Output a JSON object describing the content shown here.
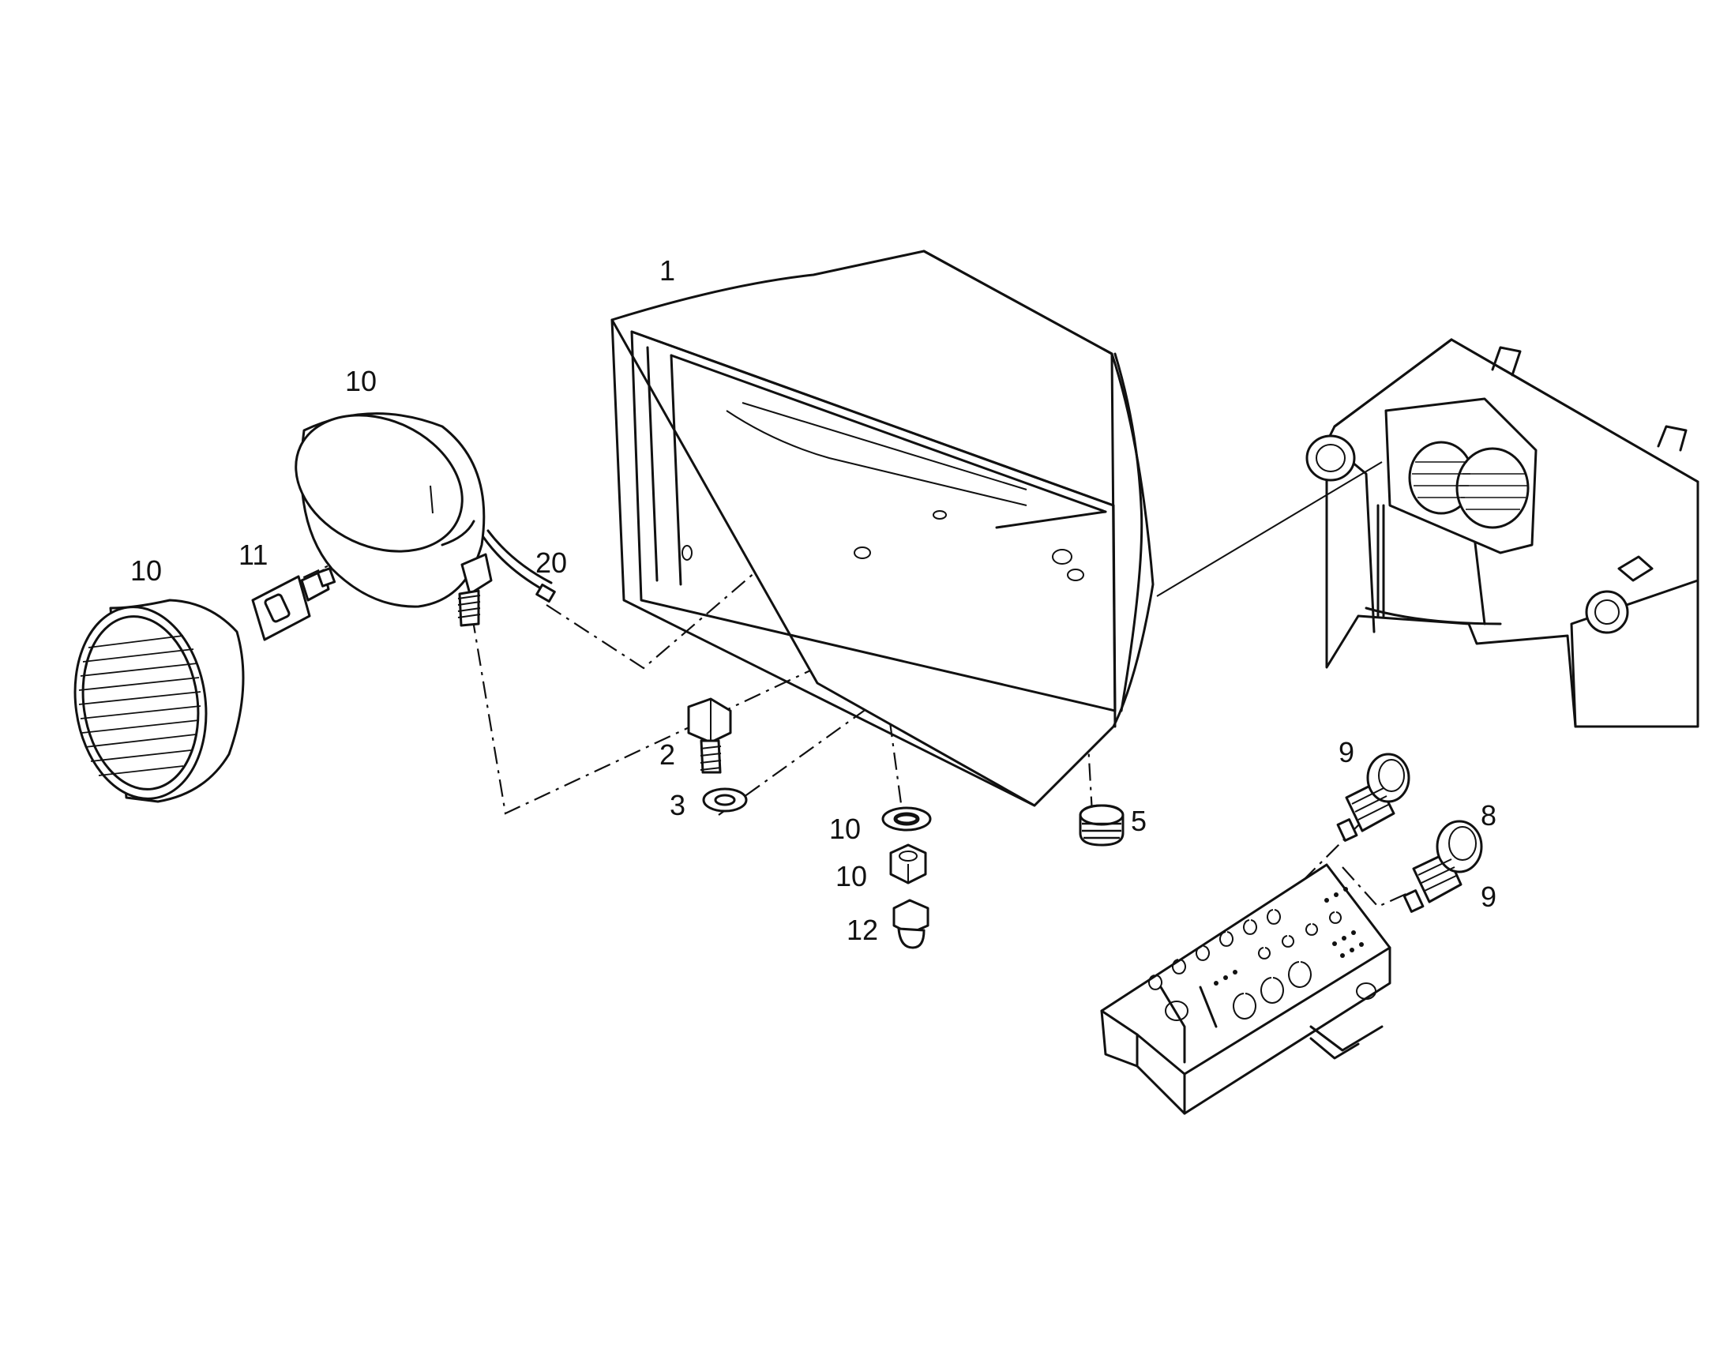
{
  "callouts": {
    "housing": "1",
    "bolt": "2",
    "washer": "3",
    "grommet": "5",
    "indicator_lamp": "8",
    "lamp_socket_top": "9",
    "lamp_socket_bottom": "9",
    "headlamp_lens": "10",
    "headlamp_body": "10",
    "flat_washer": "10",
    "hex_nut": "10",
    "bulb": "11",
    "cap_nut": "12",
    "wire": "20"
  }
}
